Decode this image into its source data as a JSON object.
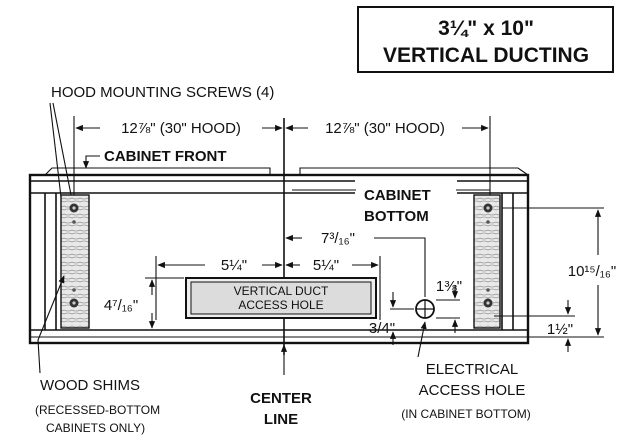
{
  "title": {
    "line1": "3¼\" x 10\"",
    "line2": "VERTICAL DUCTING"
  },
  "labels": {
    "hood_mounting_screws": "HOOD MOUNTING SCREWS (4)",
    "cabinet_front": "CABINET FRONT",
    "cabinet_bottom_1": "CABINET",
    "cabinet_bottom_2": "BOTTOM",
    "vertical_duct_1": "VERTICAL DUCT",
    "vertical_duct_2": "ACCESS HOLE",
    "wood_shims": "WOOD SHIMS",
    "wood_shims_note_1": "(RECESSED-BOTTOM",
    "wood_shims_note_2": "CABINETS ONLY)",
    "center_line_1": "CENTER",
    "center_line_2": "LINE",
    "electrical_1": "ELECTRICAL",
    "electrical_2": "ACCESS HOLE",
    "electrical_note": "(IN CABINET BOTTOM)"
  },
  "dimensions": {
    "left_half": "12⅞\" (30\" HOOD)",
    "right_half": "12⅞\" (30\" HOOD)",
    "duct_left": "5¼\"",
    "duct_right": "5¼\"",
    "electrical_offset": "7³/₁₆\"",
    "duct_depth": "4⁷/₁₆\"",
    "total_depth": "10¹⁵/₁₆\"",
    "electrical_diameter": "1⅜\"",
    "electrical_from_front": "3/4\"",
    "screw_from_back": "1½\""
  }
}
